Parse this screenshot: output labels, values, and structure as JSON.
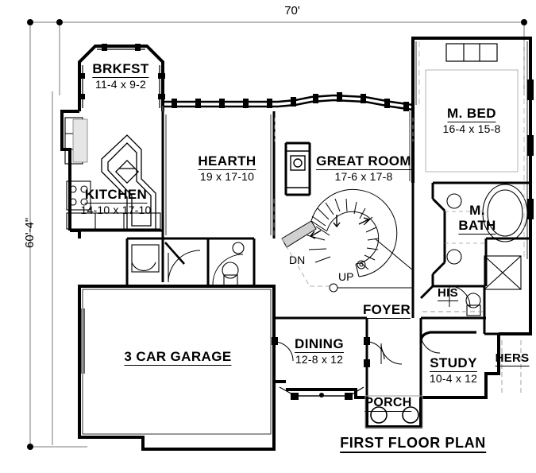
{
  "plan": {
    "title": "FIRST FLOOR PLAN",
    "overall_width_dim": "70'",
    "overall_depth_dim": "60'-4\"",
    "line_color": "#000000",
    "background": "#ffffff"
  },
  "rooms": [
    {
      "id": "brkfst",
      "name": "BRKFST",
      "dims": "11-4 x 9-2"
    },
    {
      "id": "kitchen",
      "name": "KITCHEN",
      "dims": "14-10 x 17-10"
    },
    {
      "id": "hearth",
      "name": "HEARTH",
      "dims": "19 x 17-10"
    },
    {
      "id": "great",
      "name": "GREAT ROOM",
      "dims": "17-6 x 17-8"
    },
    {
      "id": "mbed",
      "name": "M. BED",
      "dims": "16-4 x 15-8"
    },
    {
      "id": "mbath",
      "name_line1": "M.",
      "name_line2": "BATH",
      "dims": ""
    },
    {
      "id": "his",
      "name": "HIS",
      "dims": ""
    },
    {
      "id": "hers",
      "name": "HERS",
      "dims": ""
    },
    {
      "id": "study",
      "name": "STUDY",
      "dims": "10-4 x 12"
    },
    {
      "id": "dining",
      "name": "DINING",
      "dims": "12-8 x 12"
    },
    {
      "id": "foyer",
      "name": "FOYER",
      "dims": ""
    },
    {
      "id": "porch",
      "name": "PORCH",
      "dims": ""
    },
    {
      "id": "garage",
      "name": "3 CAR GARAGE",
      "dims": ""
    }
  ],
  "stairs": {
    "down_label": "DN",
    "up_label": "UP"
  }
}
